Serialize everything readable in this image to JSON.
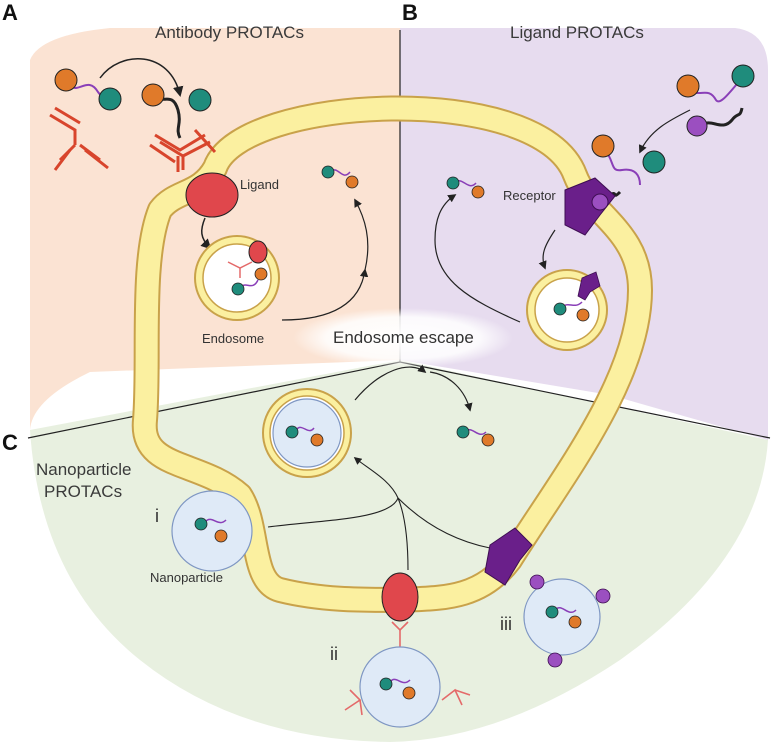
{
  "panels": {
    "a": {
      "letter": "A",
      "title": "Antibody PROTACs",
      "color": "#fbe3d3"
    },
    "b": {
      "letter": "B",
      "title": "Ligand PROTACs",
      "color": "#e7dcef"
    },
    "c": {
      "letter": "C",
      "title_line1": "Nanoparticle",
      "title_line2": "PROTACs",
      "color": "#e8f0e0"
    }
  },
  "labels": {
    "ligand": "Ligand",
    "endosome": "Endosome",
    "receptor": "Receptor",
    "endosome_escape": "Endosome escape",
    "nanoparticle": "Nanoparticle",
    "route_i": "i",
    "route_ii": "ii",
    "route_iii": "iii"
  },
  "colors": {
    "membrane_fill": "#fbf0a0",
    "membrane_stroke": "#c9a24a",
    "ligand_red": "#e0474c",
    "antibody_red": "#d8452c",
    "receptor_purple": "#6a1f8a",
    "warhead_orange": "#e07a2a",
    "e3_teal": "#1f8c7c",
    "linker_purple": "#8a3fb8",
    "nanoparticle_fill": "#dfeaf7",
    "nanoparticle_stroke": "#7f97c3",
    "magenta_ligand": "#9b4fc0"
  }
}
